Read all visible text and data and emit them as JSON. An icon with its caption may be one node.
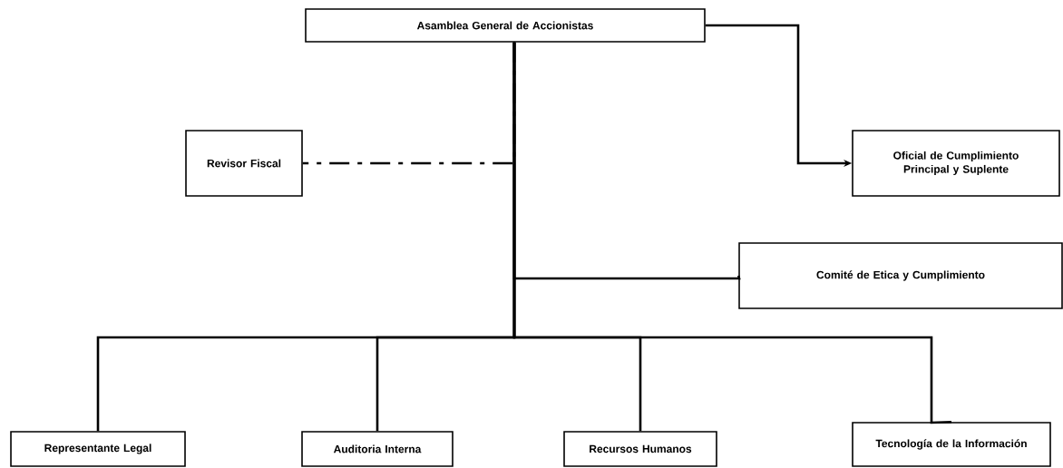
{
  "diagram": {
    "nodes": [
      {
        "text": [
          "Asamblea General de Accionistas"
        ]
      },
      {
        "text": [
          "Revisor Fiscal"
        ]
      },
      {
        "text": [
          "Oficial de Cumplimiento Principal y Suplente"
        ]
      },
      {
        "text": [
          "Comité de Etica y Cumplimiento"
        ]
      },
      {
        "text": [
          "Representante Legal"
        ]
      },
      {
        "text": [
          "Auditoria Interna"
        ]
      },
      {
        "text": [
          "Recursos Humanos"
        ]
      },
      {
        "text": [
          "Tecnología de la Información"
        ]
      }
    ],
    "edges": [
      {
        "from": 0,
        "to": 2,
        "arrow": "to"
      },
      {
        "from": 0,
        "to": 1,
        "arrow": "none",
        "style": "dashed"
      },
      {
        "from": 0,
        "to": 3,
        "arrow": "none"
      },
      {
        "from": 0,
        "to": 4,
        "arrow": "none"
      },
      {
        "from": 0,
        "to": 5,
        "arrow": "none"
      },
      {
        "from": 0,
        "to": 6,
        "arrow": "none"
      },
      {
        "from": 0,
        "to": 7,
        "arrow": "none"
      }
    ]
  }
}
